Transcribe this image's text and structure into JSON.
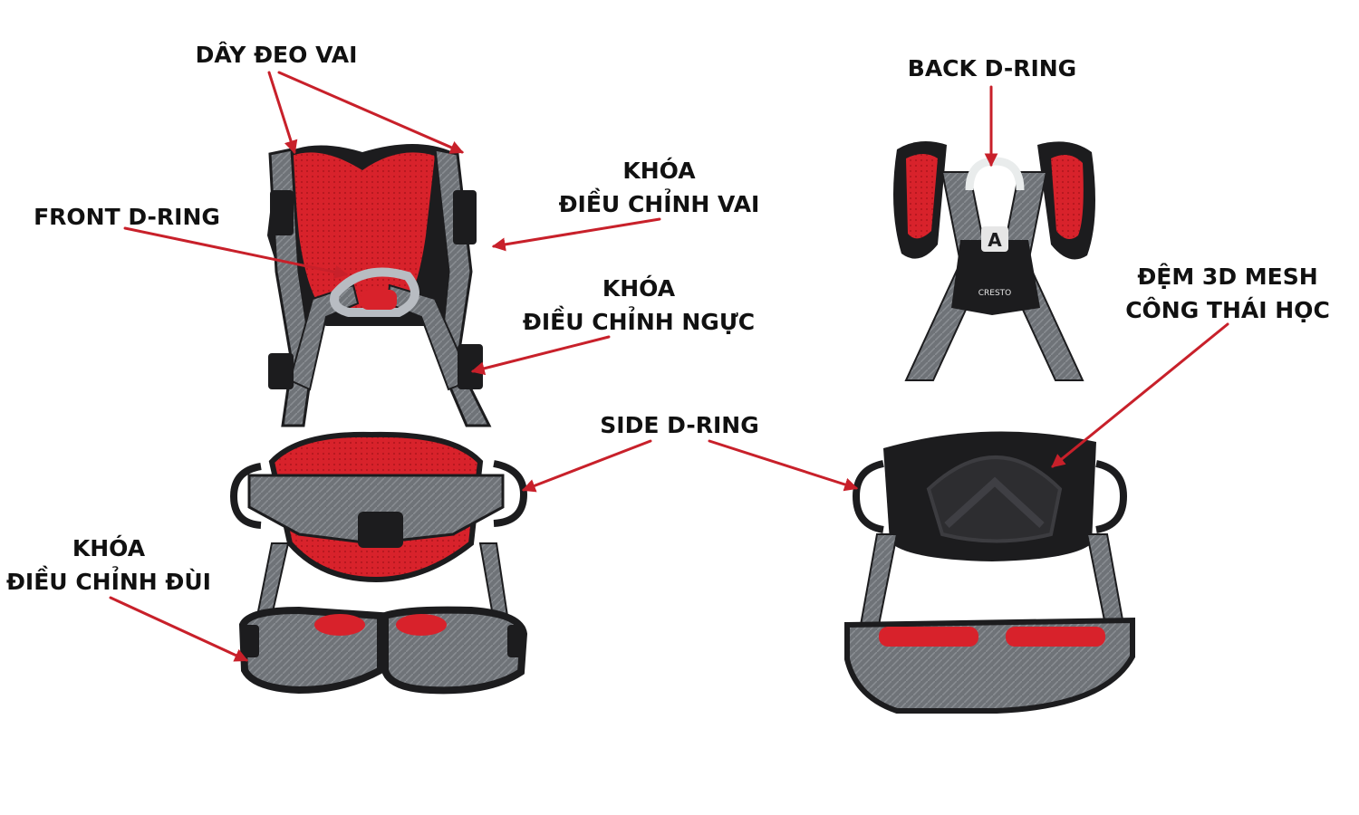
{
  "labels": {
    "shoulder_strap": "DÂY ĐEO VAI",
    "front_d_ring": "FRONT D-RING",
    "shoulder_buckle_line1": "KHÓA",
    "shoulder_buckle_line2": "ĐIỀU CHỈNH VAI",
    "chest_buckle_line1": "KHÓA",
    "chest_buckle_line2": "ĐIỀU CHỈNH NGỰC",
    "side_d_ring": "SIDE D-RING",
    "thigh_buckle_line1": "KHÓA",
    "thigh_buckle_line2": "ĐIỀU CHỈNH ĐÙI",
    "back_d_ring": "BACK D-RING",
    "mesh_pad_line1": "ĐỆM 3D MESH",
    "mesh_pad_line2": "CÔNG THÁI HỌC"
  },
  "harness_marks": {
    "back_plate_letter": "A",
    "back_plate_brand": "CRESTO"
  },
  "colors": {
    "arrow": "#c8202a",
    "mesh_red": "#d8222b",
    "webbing_gray": "#6f7378",
    "black": "#1c1c1e",
    "metal": "#b8bcc2"
  }
}
